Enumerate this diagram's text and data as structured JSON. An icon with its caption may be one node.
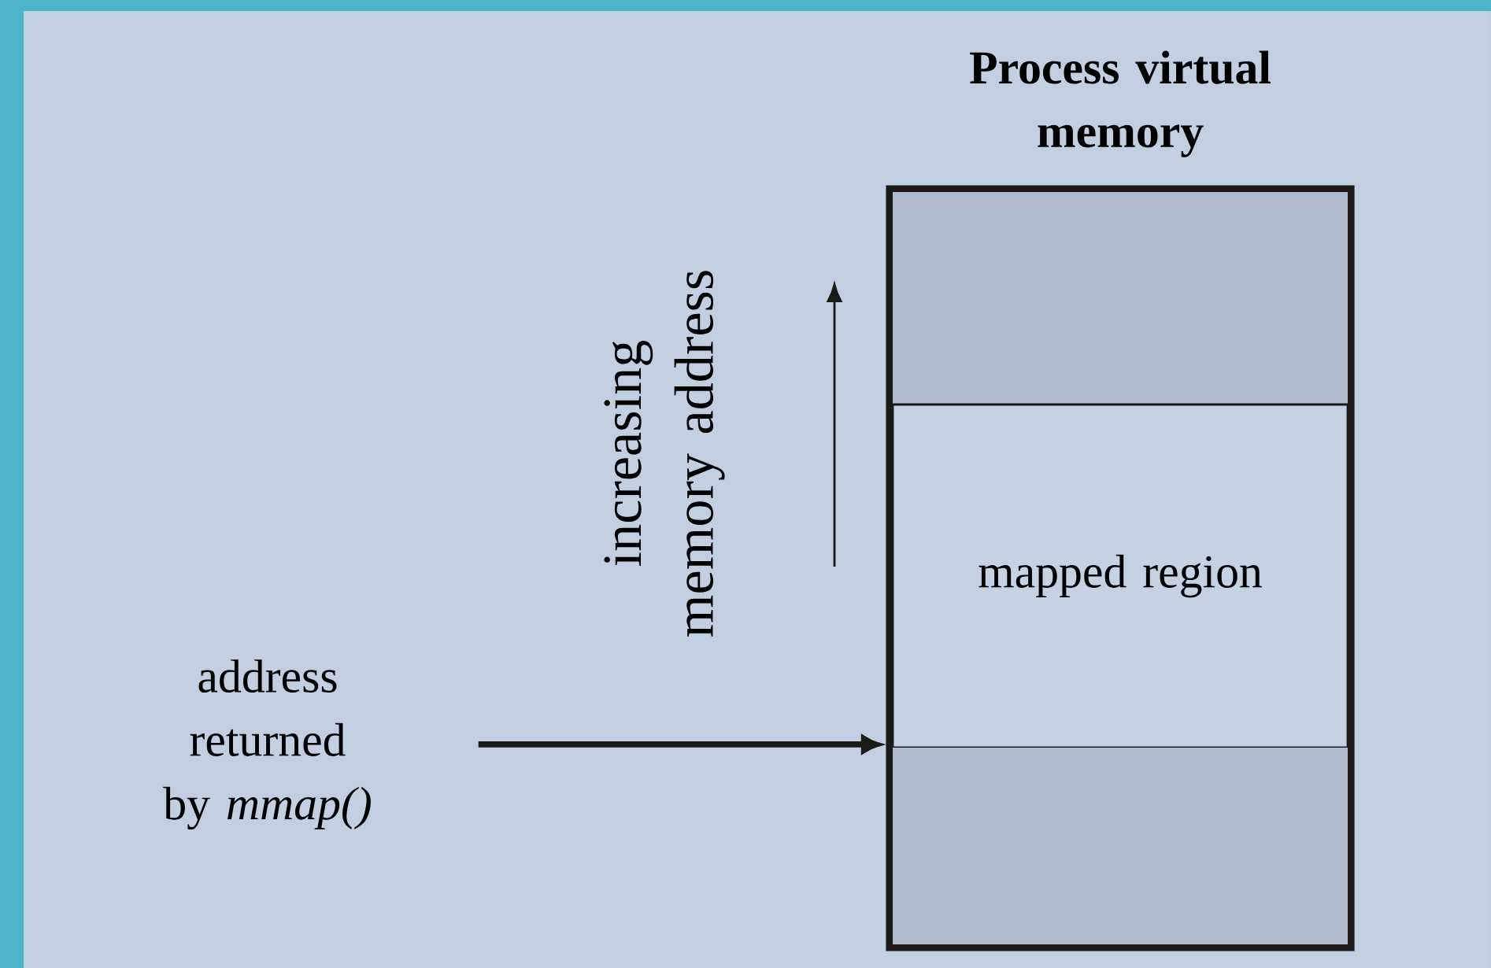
{
  "diagram": {
    "nodes": [
      {
        "text": [
          "Process virtual memory"
        ]
      },
      {
        "text": [],
        "shape": "box",
        "in": 0
      },
      {
        "text": [
          "mapped region"
        ],
        "in": 0
      },
      {
        "text": [],
        "shape": "box",
        "in": 0
      },
      {
        "text": [
          "address returned by *mmap()*"
        ]
      }
    ],
    "edges": [
      {
        "from": 4,
        "to": 0,
        "arrow": "to"
      }
    ],
    "labels": [
      "increasing memory address"
    ]
  }
}
